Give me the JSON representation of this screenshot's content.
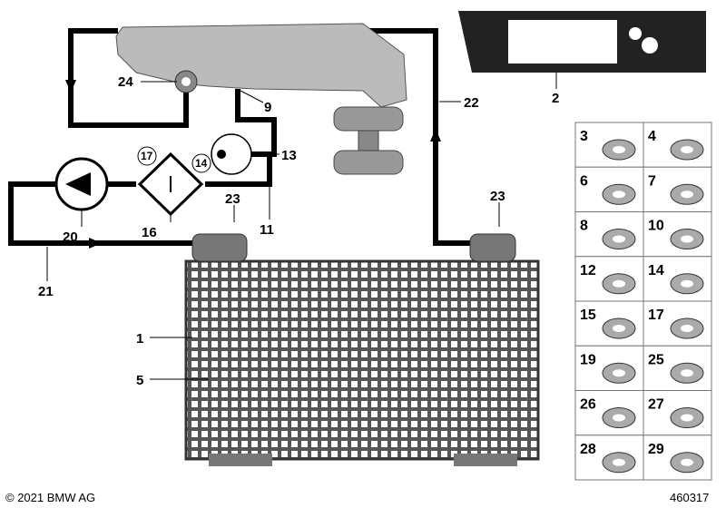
{
  "callouts": {
    "c1": "1",
    "c2": "2",
    "c5": "5",
    "c9": "9",
    "c11": "11",
    "c13": "13",
    "c14": "14",
    "c16": "16",
    "c17": "17",
    "c20": "20",
    "c21": "21",
    "c22": "22",
    "c23a": "23",
    "c23b": "23",
    "c24": "24"
  },
  "parts_grid": [
    "3",
    "4",
    "6",
    "7",
    "8",
    "10",
    "12",
    "14",
    "15",
    "17",
    "19",
    "25",
    "26",
    "27",
    "28",
    "29"
  ],
  "footer": {
    "copyright": "© 2021 BMW AG",
    "diagram_id": "460317"
  }
}
